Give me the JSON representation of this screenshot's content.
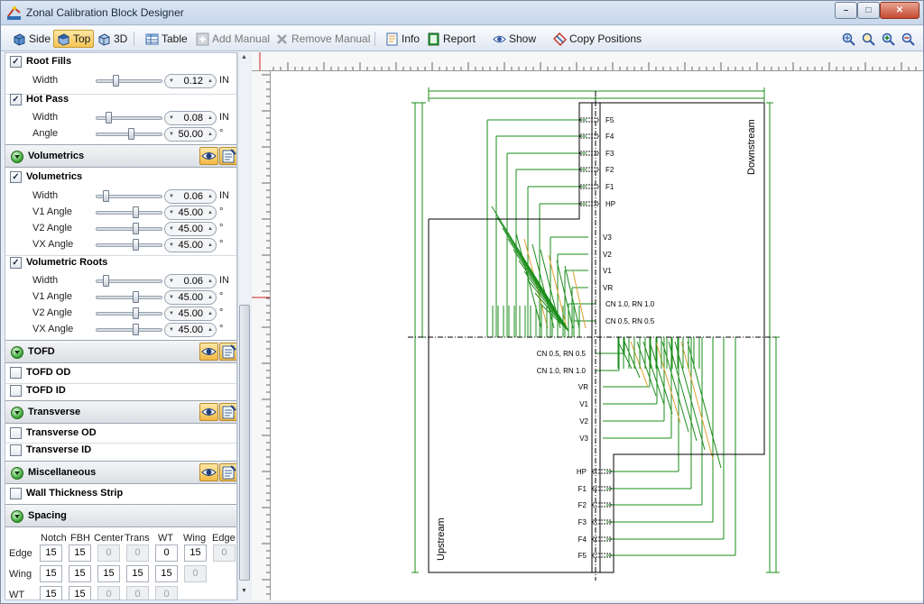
{
  "window": {
    "title": "Zonal Calibration Block Designer",
    "controls": [
      "–",
      "□",
      "✕"
    ]
  },
  "toolbar": {
    "side": "Side",
    "top": "Top",
    "view3d": "3D",
    "table": "Table",
    "add_manual": "Add Manual",
    "remove_manual": "Remove Manual",
    "info": "Info",
    "report": "Report",
    "show": "Show",
    "copy_positions": "Copy Positions"
  },
  "panel": {
    "root_fills": {
      "label": "Root Fills",
      "checked": true,
      "width_label": "Width",
      "width_value": "0.12",
      "width_unit": "IN"
    },
    "hot_pass": {
      "label": "Hot Pass",
      "checked": true,
      "width_label": "Width",
      "width_value": "0.08",
      "width_unit": "IN",
      "angle_label": "Angle",
      "angle_value": "50.00",
      "angle_unit": "°"
    },
    "volumetrics_section": "Volumetrics",
    "volumetrics": {
      "label": "Volumetrics",
      "checked": true,
      "width_label": "Width",
      "width_value": "0.06",
      "width_unit": "IN",
      "v1_label": "V1 Angle",
      "v1_value": "45.00",
      "v2_label": "V2 Angle",
      "v2_value": "45.00",
      "vx_label": "VX Angle",
      "vx_value": "45.00",
      "deg": "°"
    },
    "volumetric_roots": {
      "label": "Volumetric Roots",
      "checked": true,
      "width_label": "Width",
      "width_value": "0.06",
      "width_unit": "IN",
      "v1_label": "V1 Angle",
      "v1_value": "45.00",
      "v2_label": "V2 Angle",
      "v2_value": "45.00",
      "vx_label": "VX Angle",
      "vx_value": "45.00",
      "deg": "°"
    },
    "tofd_section": "TOFD",
    "tofd_od": {
      "label": "TOFD OD",
      "checked": false
    },
    "tofd_id": {
      "label": "TOFD ID",
      "checked": false
    },
    "transverse_section": "Transverse",
    "transverse_od": {
      "label": "Transverse OD",
      "checked": false
    },
    "transverse_id": {
      "label": "Transverse ID",
      "checked": false
    },
    "misc_section": "Miscellaneous",
    "wall_strip": {
      "label": "Wall Thickness Strip",
      "checked": false
    },
    "spacing_section": "Spacing",
    "spacing": {
      "columns": [
        "Notch",
        "FBH",
        "Center",
        "Trans",
        "WT",
        "Wing",
        "Edge"
      ],
      "rows": [
        {
          "label": "Edge",
          "cells": [
            "15",
            "15",
            "0",
            "0",
            "0",
            "15",
            "0"
          ]
        },
        {
          "label": "Wing",
          "cells": [
            "15",
            "15",
            "15",
            "15",
            "15",
            "0"
          ]
        },
        {
          "label": "WT",
          "cells": [
            "15",
            "15",
            "0",
            "0",
            "0"
          ]
        }
      ]
    }
  },
  "drawing": {
    "label_downstream": "Downstream",
    "label_upstream": "Upstream",
    "upper_zones": [
      "F5",
      "F4",
      "F3",
      "F2",
      "F1",
      "HP"
    ],
    "upper_vol": [
      "V3",
      "V2",
      "V1",
      "VR"
    ],
    "upper_cn": [
      "CN 1.0, RN 1.0",
      "CN 0.5, RN 0.5"
    ],
    "lower_cn": [
      "CN 0.5, RN 0.5",
      "CN 1.0, RN 1.0"
    ],
    "lower_vol": [
      "VR",
      "V1",
      "V2",
      "V3"
    ],
    "lower_zones": [
      "HP",
      "F1",
      "F2",
      "F3",
      "F4",
      "F5"
    ]
  },
  "colors": {
    "dimension": "#1a8c1a",
    "accent": "#e0a030",
    "outline": "#000000"
  }
}
